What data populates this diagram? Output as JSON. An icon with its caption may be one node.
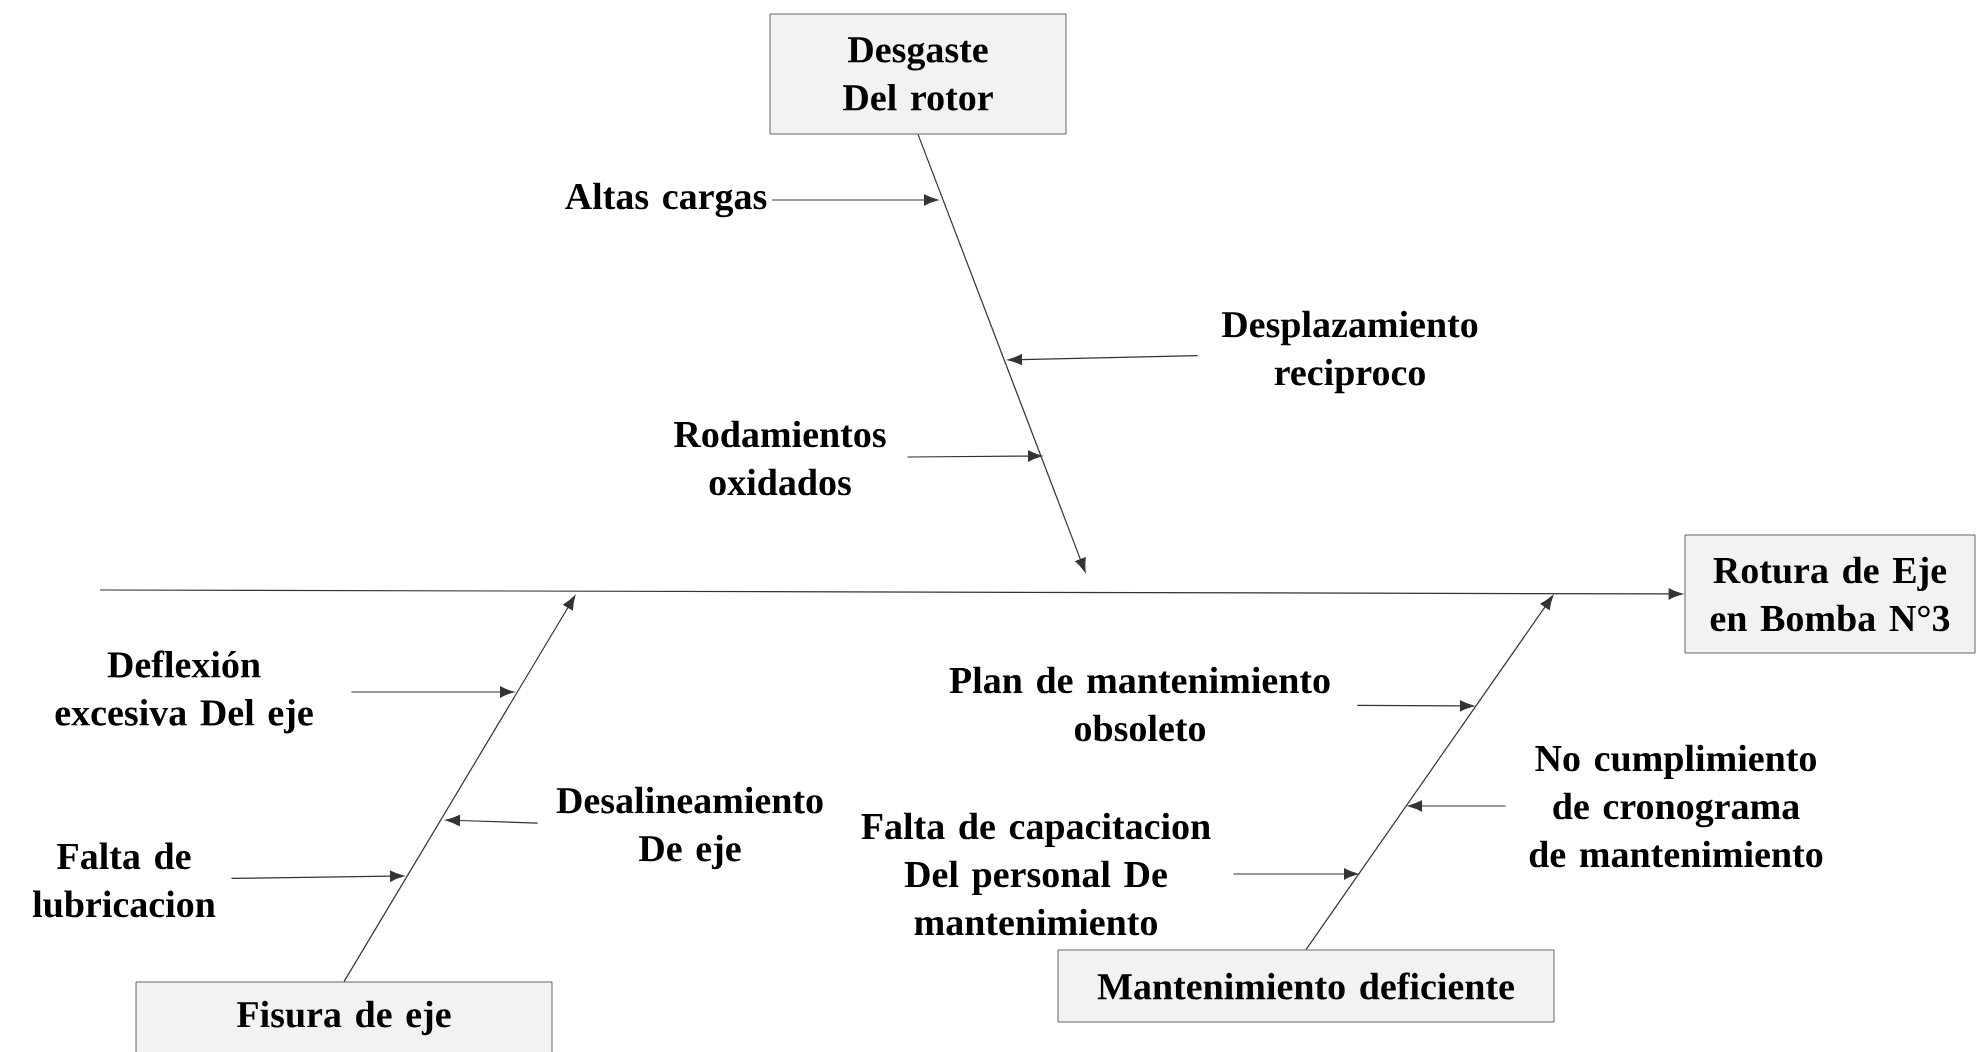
{
  "diagram": {
    "nodes": [
      {
        "text": [
          "Desgaste Del rotor"
        ]
      },
      {
        "text": [
          "Altas cargas"
        ]
      },
      {
        "text": [
          "Desplazamiento reciproco"
        ]
      },
      {
        "text": [
          "Rodamientos oxidados"
        ]
      },
      {
        "text": [
          "Rotura de Eje en Bomba N°3"
        ]
      },
      {
        "text": [
          "Deflexión excesiva Del eje"
        ]
      },
      {
        "text": [
          "Plan de mantenimiento obsoleto"
        ]
      },
      {
        "text": [
          "No cumplimiento de cronograma de mantenimiento"
        ]
      },
      {
        "text": [
          "Desalineamiento De eje"
        ]
      },
      {
        "text": [
          "Falta de capacitacion Del personal De mantenimiento"
        ]
      },
      {
        "text": [
          "Falta de lubricacion"
        ]
      },
      {
        "text": [
          "Fisura de eje"
        ]
      },
      {
        "text": [
          "Mantenimiento deficiente"
        ]
      }
    ],
    "edges": [
      {
        "from": null,
        "to": 4,
        "arrow": "to"
      },
      {
        "from": 0,
        "to": null,
        "arrow": "to"
      },
      {
        "from": 11,
        "to": null,
        "arrow": "to"
      },
      {
        "from": 12,
        "to": null,
        "arrow": "to"
      },
      {
        "from": 1,
        "to": null,
        "arrow": "to"
      },
      {
        "from": 2,
        "to": null,
        "arrow": "to"
      },
      {
        "from": 3,
        "to": null,
        "arrow": "to"
      },
      {
        "from": 5,
        "to": null,
        "arrow": "to"
      },
      {
        "from": 8,
        "to": null,
        "arrow": "to"
      },
      {
        "from": 10,
        "to": null,
        "arrow": "to"
      },
      {
        "from": 6,
        "to": null,
        "arrow": "to"
      },
      {
        "from": 7,
        "to": null,
        "arrow": "to"
      },
      {
        "from": 9,
        "to": null,
        "arrow": "to"
      }
    ]
  }
}
